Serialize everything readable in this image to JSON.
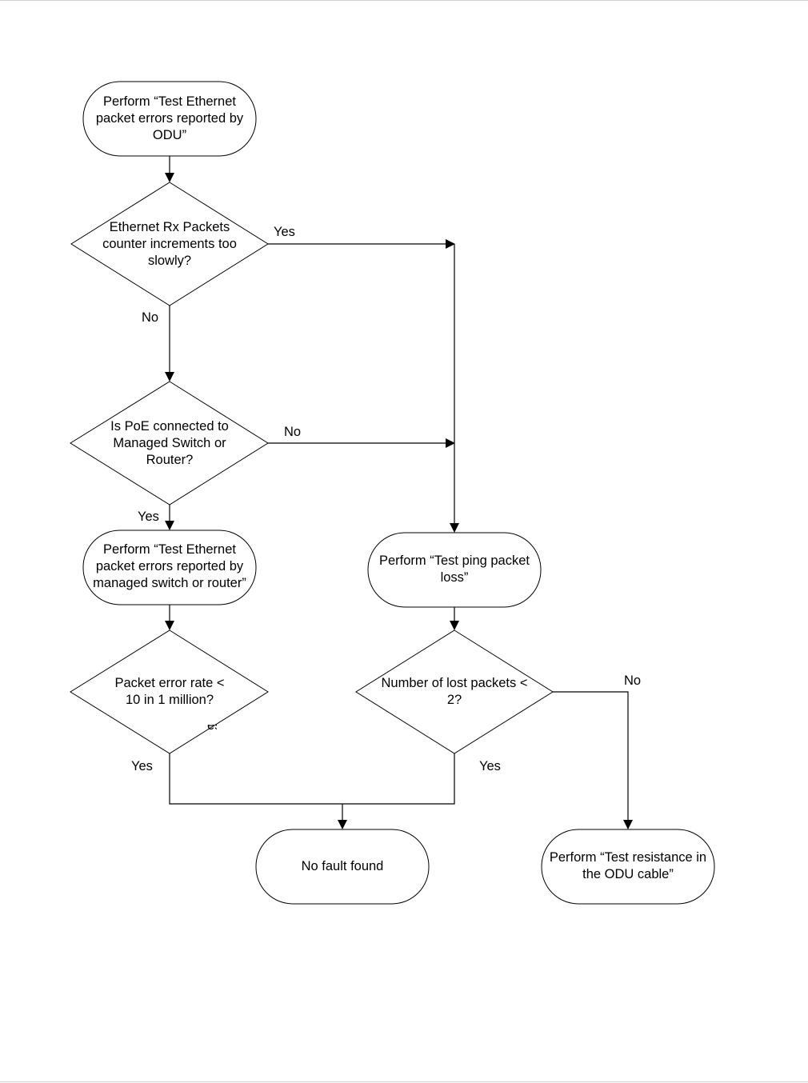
{
  "nodes": {
    "start": "Perform “Test Ethernet packet errors reported by ODU”",
    "rx_check": "Ethernet Rx Packets counter increments too slowly?",
    "poe_check": "Is PoE connected to Managed Switch or Router?",
    "switch_test": "Perform “Test Ethernet packet errors reported by managed switch or router”",
    "ping_test": "Perform “Test ping packet loss”",
    "error_rate_check": "Packet error rate < 10 in 1 million?",
    "lost_packets_check": "Number of lost packets < 2?",
    "no_fault": "No fault found",
    "resistance_test": "Perform “Test resistance in the ODU cable”"
  },
  "labels": {
    "rx_yes": "Yes",
    "rx_no": "No",
    "poe_no": "No",
    "poe_yes": "Yes",
    "error_rate_yes": "Yes",
    "error_rate_stray": "es",
    "lost_yes": "Yes",
    "lost_no": "No"
  }
}
